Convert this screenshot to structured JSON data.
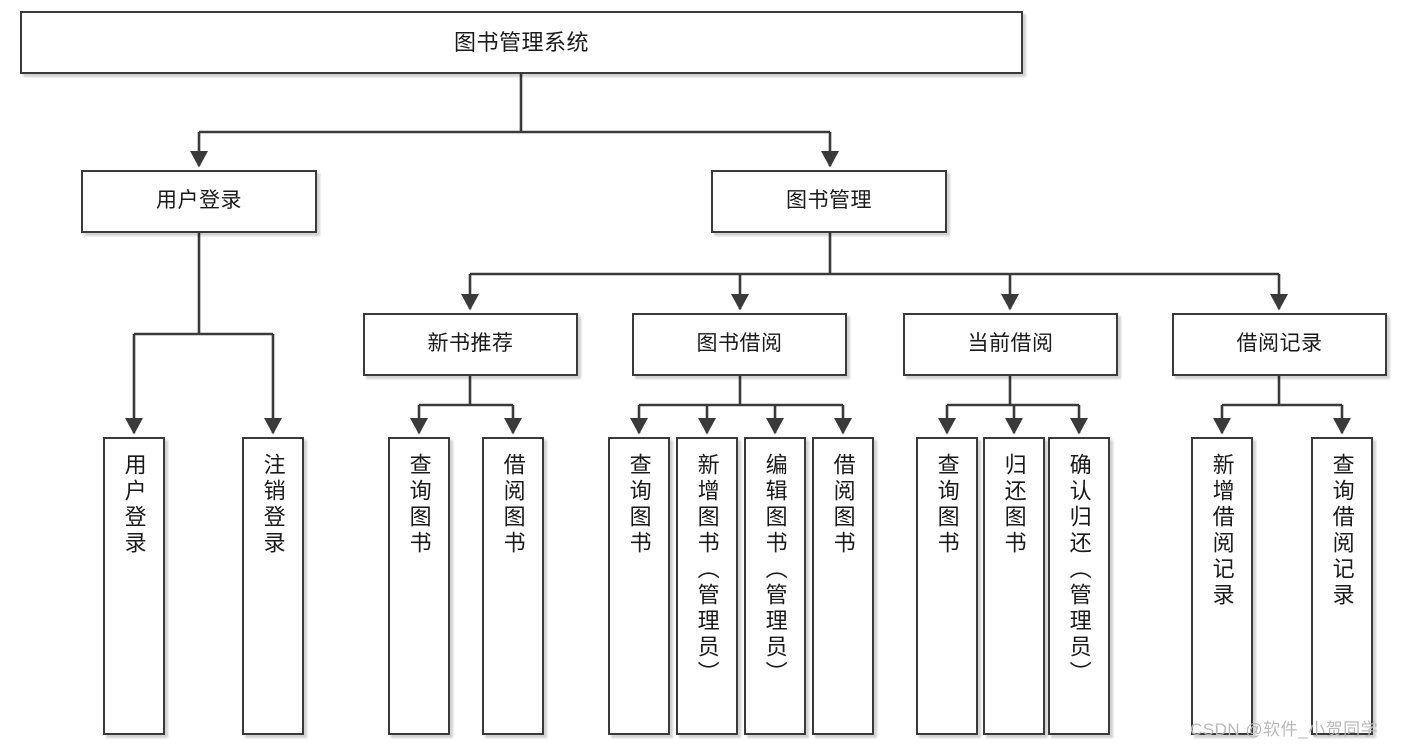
{
  "diagram": {
    "type": "tree-hierarchy-functional-decomposition",
    "title": "图书管理系统",
    "nodes": {
      "root": {
        "label": "图书管理系统"
      },
      "level2": [
        {
          "id": "user-login",
          "label": "用户登录"
        },
        {
          "id": "book-management",
          "label": "图书管理"
        }
      ],
      "level3": [
        {
          "id": "new-book-recommend",
          "label": "新书推荐"
        },
        {
          "id": "book-borrow",
          "label": "图书借阅"
        },
        {
          "id": "current-borrow",
          "label": "当前借阅"
        },
        {
          "id": "borrow-record",
          "label": "借阅记录"
        }
      ],
      "leaves": {
        "user-login": [
          {
            "id": "leaf-user-login",
            "label": "用户登录"
          },
          {
            "id": "leaf-logout-login",
            "label": "注销登录"
          }
        ],
        "new-book-recommend": [
          {
            "id": "leaf-query-book-1",
            "label": "查询图书"
          },
          {
            "id": "leaf-borrow-book-1",
            "label": "借阅图书"
          }
        ],
        "book-borrow": [
          {
            "id": "leaf-query-book-2",
            "label": "查询图书"
          },
          {
            "id": "leaf-add-book",
            "label": "新增图书（管理员）"
          },
          {
            "id": "leaf-edit-book",
            "label": "编辑图书（管理员）"
          },
          {
            "id": "leaf-borrow-book-2",
            "label": "借阅图书"
          }
        ],
        "current-borrow": [
          {
            "id": "leaf-query-book-3",
            "label": "查询图书"
          },
          {
            "id": "leaf-return-book",
            "label": "归还图书"
          },
          {
            "id": "leaf-confirm-return",
            "label": "确认归还（管理员）"
          }
        ],
        "borrow-record": [
          {
            "id": "leaf-add-borrow-record",
            "label": "新增借阅记录"
          },
          {
            "id": "leaf-query-borrow-record",
            "label": "查询借阅记录"
          }
        ]
      }
    },
    "colors": {
      "stroke": "#3a3a3a",
      "fill": "#ffffff",
      "text": "#1a1a1a",
      "watermark": "#b9b9b9"
    }
  },
  "watermark": {
    "text": "CSDN @软件_小贺同学"
  }
}
